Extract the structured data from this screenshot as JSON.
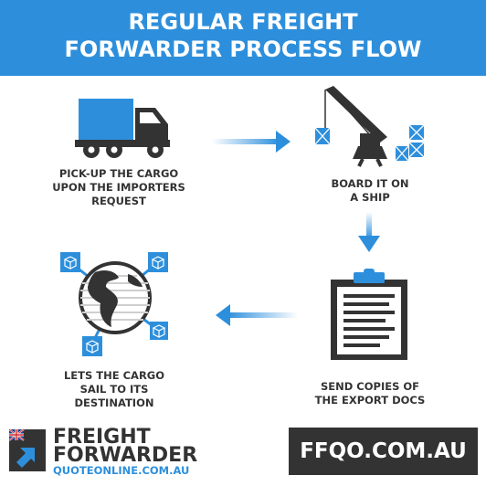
{
  "header": {
    "title_line1": "REGULAR FREIGHT",
    "title_line2": "FORWARDER PROCESS FLOW"
  },
  "steps": [
    {
      "lines": [
        "PICK-UP THE CARGO",
        "UPON THE IMPORTERS",
        "REQUEST"
      ],
      "icon": "truck-icon"
    },
    {
      "lines": [
        "BOARD IT ON",
        "A SHIP"
      ],
      "icon": "crane-icon"
    },
    {
      "lines": [
        "SEND COPIES OF",
        "THE EXPORT DOCS"
      ],
      "icon": "clipboard-icon"
    },
    {
      "lines": [
        "LETS THE CARGO",
        "SAIL TO ITS",
        "DESTINATION"
      ],
      "icon": "globe-icon"
    }
  ],
  "footer": {
    "brand_line1": "FREIGHT",
    "brand_line2": "FORWARDER",
    "brand_url": "QUOTEONLINE.COM.AU",
    "site": "FFQO.COM.AU"
  },
  "colors": {
    "accent": "#2d8fdc",
    "dark": "#333333",
    "background": "#ffffff"
  }
}
